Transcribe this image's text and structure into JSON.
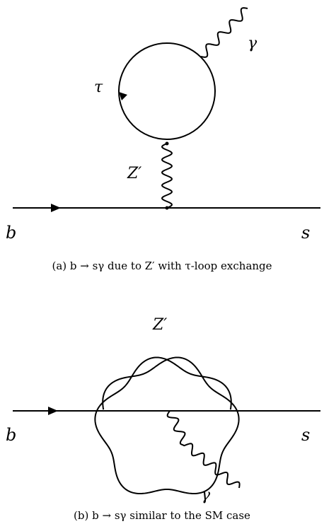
{
  "diagram_a": {
    "caption": "(a) b → sγ due to Z′ with τ-loop exchange",
    "labels": {
      "b": "b",
      "s": "s",
      "photon": "γ",
      "tau": "τ",
      "zprime": "Z′"
    }
  },
  "diagram_b": {
    "caption": "(b) b → sγ similar to the SM case",
    "labels": {
      "b": "b",
      "s": "s",
      "photon": "γ",
      "zprime": "Z′"
    }
  }
}
